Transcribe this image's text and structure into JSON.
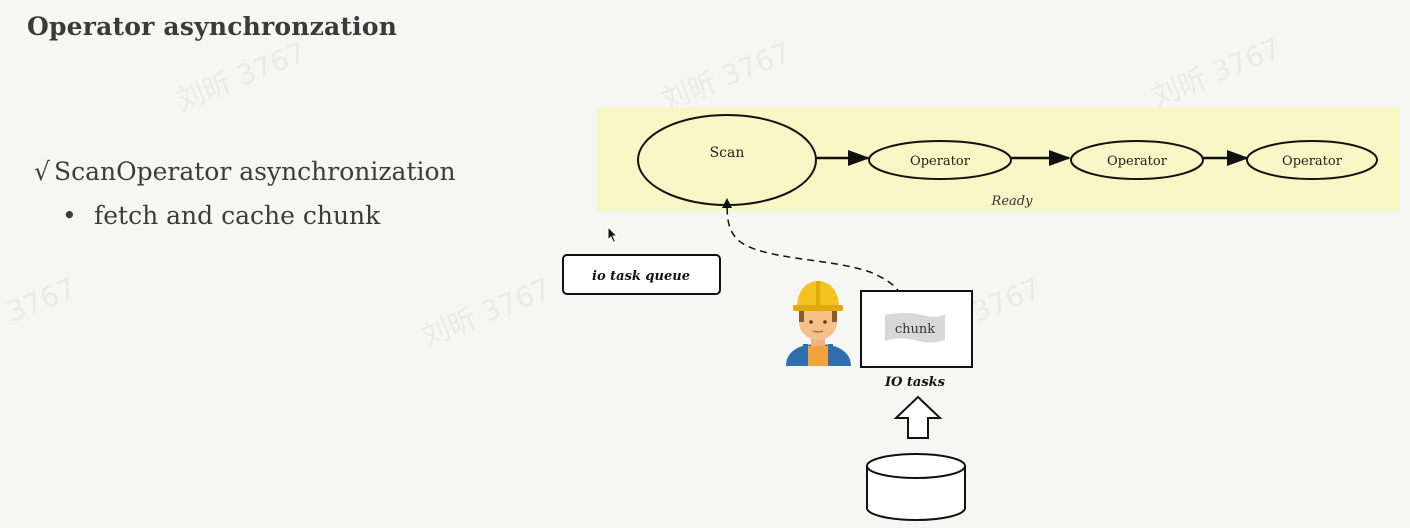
{
  "slide": {
    "title": "Operator asynchronzation",
    "bullets": {
      "check_glyph": "√",
      "main": "ScanOperator asynchronization",
      "sub_glyph": "•",
      "sub": "fetch and cache chunk"
    }
  },
  "diagram": {
    "ready_band_color": "#f8f6c4",
    "scan_label": "Scan",
    "operators": [
      "Operator",
      "Operator",
      "Operator"
    ],
    "ready_label": "Ready",
    "io_queue_label": "io task queue",
    "chunk_label": "chunk",
    "io_tasks_label": "IO tasks"
  },
  "watermarks": [
    "刘昕 3767",
    "刘昕 3767",
    "刘昕 3767",
    "刘昕 3767",
    "刘昕 3767",
    "刘昕 3767"
  ]
}
